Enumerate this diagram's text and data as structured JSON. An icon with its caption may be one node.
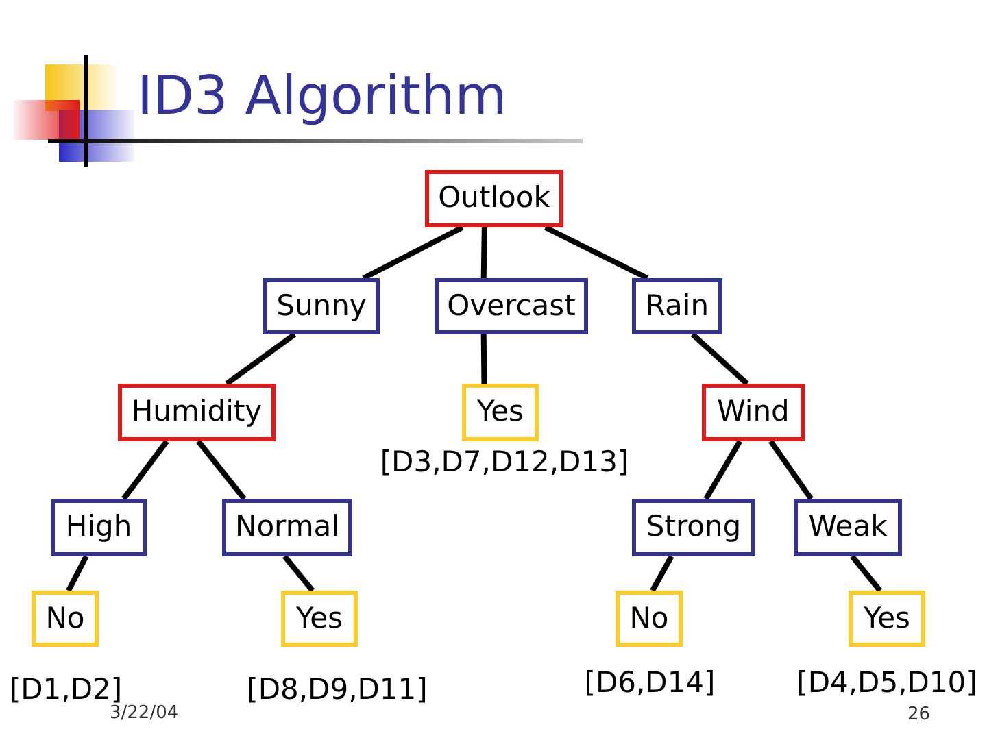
{
  "diagram": {
    "title": "ID3 Algorithm",
    "nodes": [
      {
        "text": [
          "Outlook"
        ]
      },
      {
        "text": [
          "Sunny"
        ]
      },
      {
        "text": [
          "Overcast"
        ]
      },
      {
        "text": [
          "Rain"
        ]
      },
      {
        "text": [
          "Humidity"
        ]
      },
      {
        "text": [
          "Yes"
        ],
        "beside": [
          "[D3,D7,D12,D13]"
        ]
      },
      {
        "text": [
          "Wind"
        ]
      },
      {
        "text": [
          "High"
        ]
      },
      {
        "text": [
          "Normal"
        ]
      },
      {
        "text": [
          "Strong"
        ]
      },
      {
        "text": [
          "Weak"
        ]
      },
      {
        "text": [
          "No"
        ],
        "beside": [
          "[D1,D2]"
        ]
      },
      {
        "text": [
          "Yes"
        ],
        "beside": [
          "[D8,D9,D11]"
        ]
      },
      {
        "text": [
          "No"
        ],
        "beside": [
          "[D6,D14]"
        ]
      },
      {
        "text": [
          "Yes"
        ],
        "beside": [
          "[D4,D5,D10]"
        ]
      }
    ],
    "edges": [
      {
        "from": 0,
        "to": 1,
        "arrow": "none"
      },
      {
        "from": 0,
        "to": 2,
        "arrow": "none"
      },
      {
        "from": 0,
        "to": 3,
        "arrow": "none"
      },
      {
        "from": 1,
        "to": 4,
        "arrow": "none"
      },
      {
        "from": 2,
        "to": 5,
        "arrow": "none"
      },
      {
        "from": 3,
        "to": 6,
        "arrow": "none"
      },
      {
        "from": 4,
        "to": 7,
        "arrow": "none"
      },
      {
        "from": 4,
        "to": 8,
        "arrow": "none"
      },
      {
        "from": 6,
        "to": 9,
        "arrow": "none"
      },
      {
        "from": 6,
        "to": 10,
        "arrow": "none"
      },
      {
        "from": 7,
        "to": 11,
        "arrow": "none"
      },
      {
        "from": 8,
        "to": 12,
        "arrow": "none"
      },
      {
        "from": 9,
        "to": 13,
        "arrow": "none"
      },
      {
        "from": 10,
        "to": 14,
        "arrow": "none"
      }
    ],
    "labels": [
      "3/22/04",
      "26"
    ]
  }
}
